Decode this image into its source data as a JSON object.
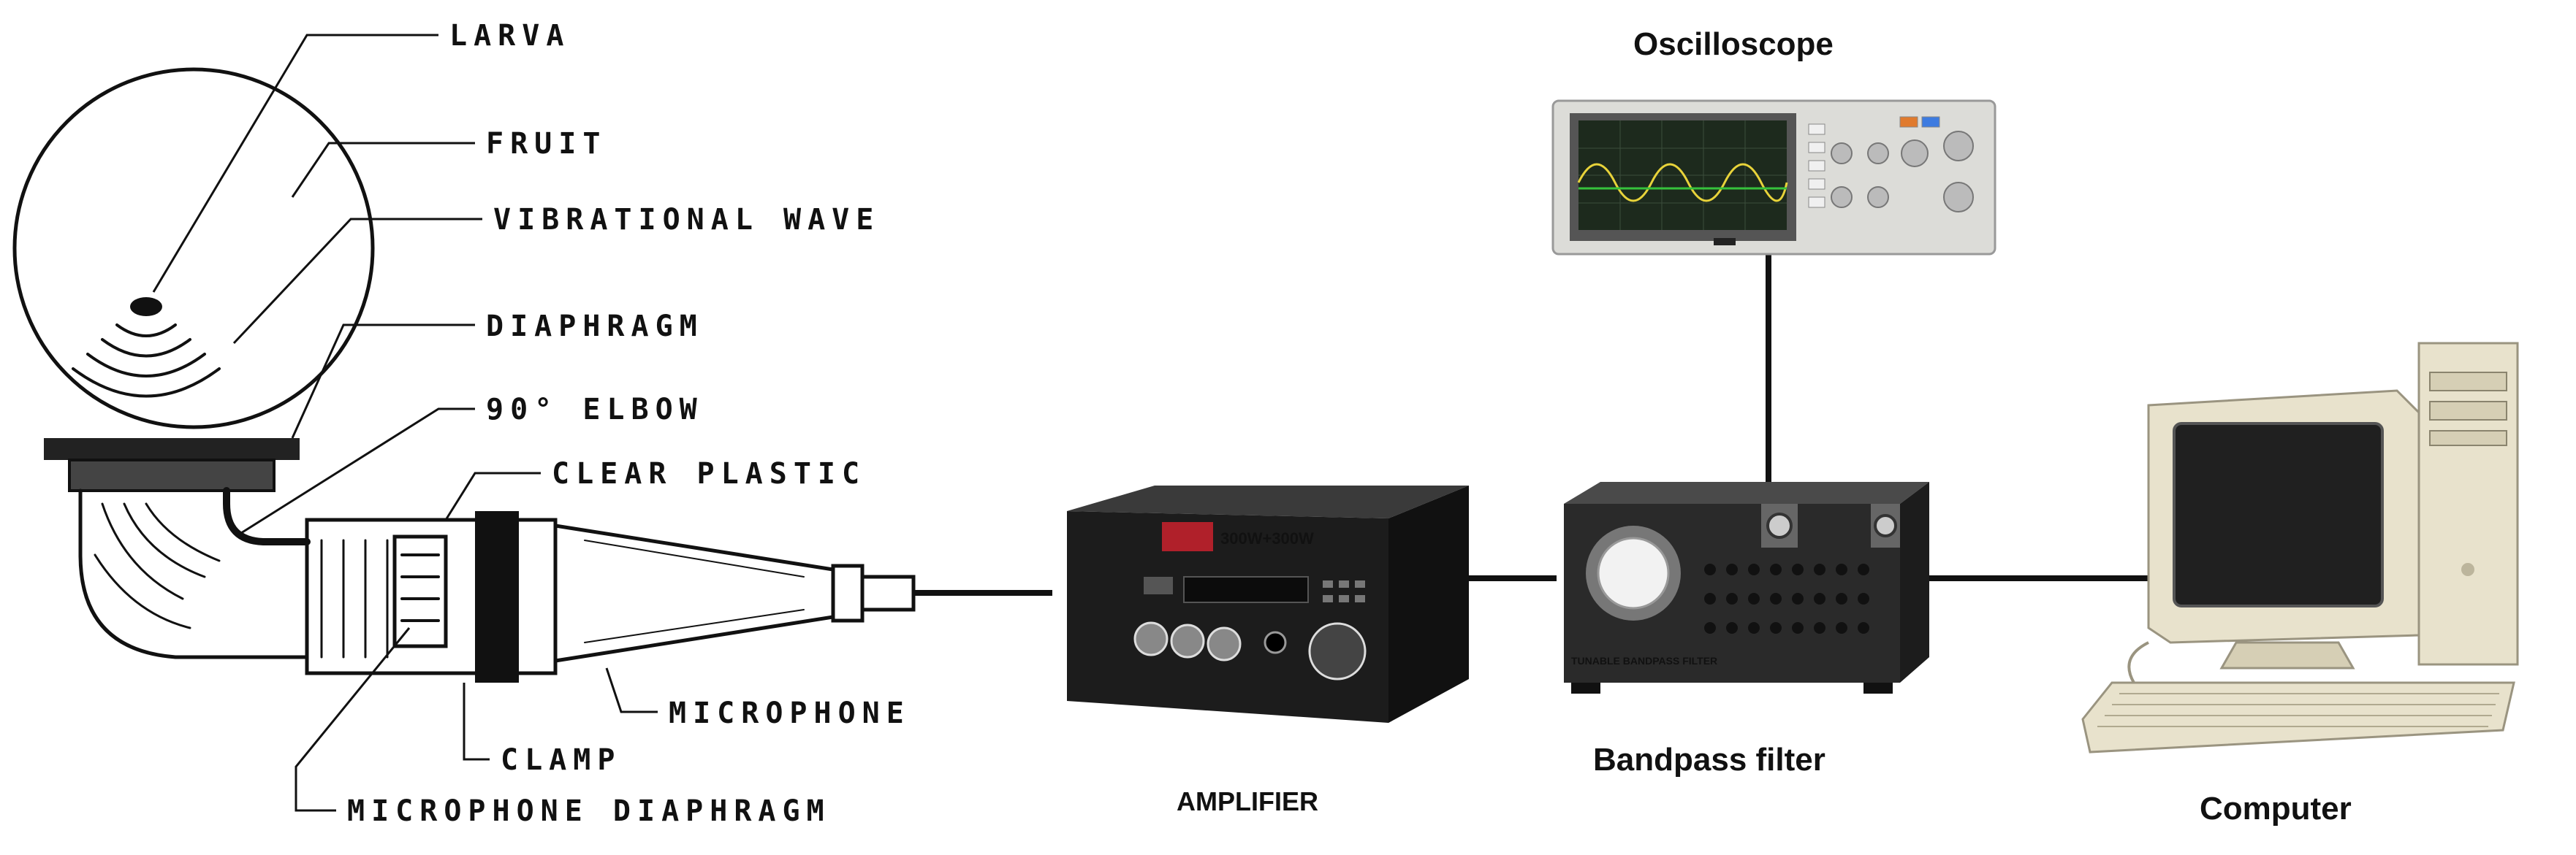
{
  "sensor_labels": {
    "larva": "LARVA",
    "fruit": "FRUIT",
    "wave": "VIBRATIONAL  WAVE",
    "diaphragm": "DIAPHRAGM",
    "elbow": "90° ELBOW",
    "plastic": "CLEAR   PLASTIC",
    "microphone": "MICROPHONE",
    "clamp": "CLAMP",
    "mic_diaphragm": "MICROPHONE   DIAPHRAGM"
  },
  "devices": {
    "amplifier": "AMPLIFIER",
    "oscilloscope": "Oscilloscope",
    "bandpass": "Bandpass filter",
    "computer": "Computer",
    "amp_brand": "300W+300W",
    "filter_plate": "TUNABLE BANDPASS FILTER"
  },
  "colors": {
    "line": "#111111",
    "amp_body": "#1c1c1c",
    "amp_panel": "#b0202a",
    "filter_body": "#2a2a2a",
    "scope_body": "#dcdcd8",
    "scope_screen": "#1d2a1d",
    "computer_beige": "#e8e2cc"
  }
}
